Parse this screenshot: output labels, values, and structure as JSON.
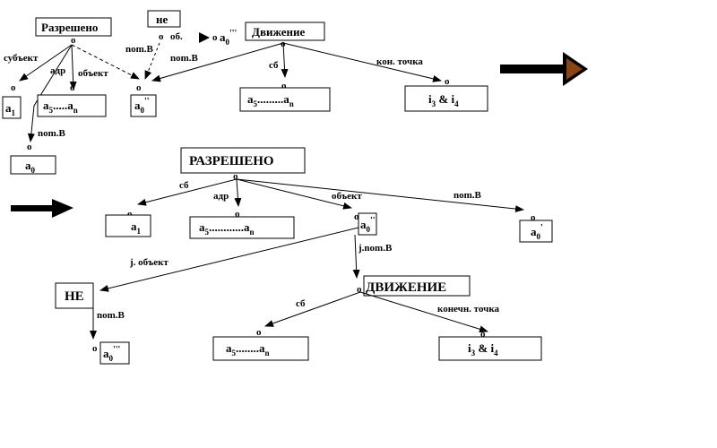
{
  "diagram_top": {
    "root_label": "Разрешено",
    "ne_label": "не",
    "dvizhenie_label": "Движение",
    "edges": {
      "subject": "субъект",
      "adr": "адр",
      "object": "объект",
      "nomB_1": "nom.B",
      "nomB_2": "nom.B",
      "nomB_3": "nom.B",
      "ob": "об.",
      "sb": "сб",
      "kon_tochka": "кон. точка"
    },
    "nodes": {
      "a1": {
        "base": "a",
        "sub": "1"
      },
      "a5an": {
        "base": "a",
        "sub": "5",
        "dots": ".....",
        "base2": "a",
        "sub2": "n"
      },
      "a0pp": {
        "base": "a",
        "sub": "0",
        "sup": "''"
      },
      "a0": {
        "base": "a",
        "sub": "0"
      },
      "a0ppp": {
        "base": "a",
        "sub": "0",
        "sup": "'''"
      },
      "a5an_2": {
        "base": "a",
        "sub": "5",
        "dots": ".........",
        "base2": "a",
        "sub2": "n"
      },
      "i3i4": {
        "base": "i",
        "sub": "3",
        "mid": " & ",
        "base2": "i",
        "sub2": "4"
      }
    }
  },
  "diagram_bottom": {
    "root_label": "РАЗРЕШЕНО",
    "ne_label": "НЕ",
    "dvizhenie_label": "ДВИЖЕНИЕ",
    "edges": {
      "sb": "сб",
      "adr": "адр",
      "object": "объект",
      "nomB_1": "nom.B",
      "j_object": "j. объект",
      "j_nomB": "j.nom.B",
      "nomB_2": "nom.B",
      "sb_2": "сб",
      "konechn_tochka": "конечн. точка"
    },
    "nodes": {
      "a1": {
        "base": "a",
        "sub": "1"
      },
      "a5an": {
        "base": "a",
        "sub": "5",
        "dots": "............",
        "base2": "a",
        "sub2": "n"
      },
      "a0pp": {
        "base": "a",
        "sub": "0",
        "sup": "''"
      },
      "a0p": {
        "base": "a",
        "sub": "0",
        "sup": "'"
      },
      "a0ppp": {
        "base": "a",
        "sub": "0",
        "sup": "'''"
      },
      "a5an_2": {
        "base": "a",
        "sub": "5",
        "dots": "........",
        "base2": "a",
        "sub2": "n"
      },
      "i3i4": {
        "base": "i",
        "sub": "3",
        "mid": " & ",
        "base2": "i",
        "sub2": "4"
      }
    }
  },
  "node_marker": "o",
  "colors": {
    "line": "#000000",
    "big_arrow_body": "#000000",
    "big_arrow_head": "#8b4513",
    "background": "#ffffff"
  }
}
